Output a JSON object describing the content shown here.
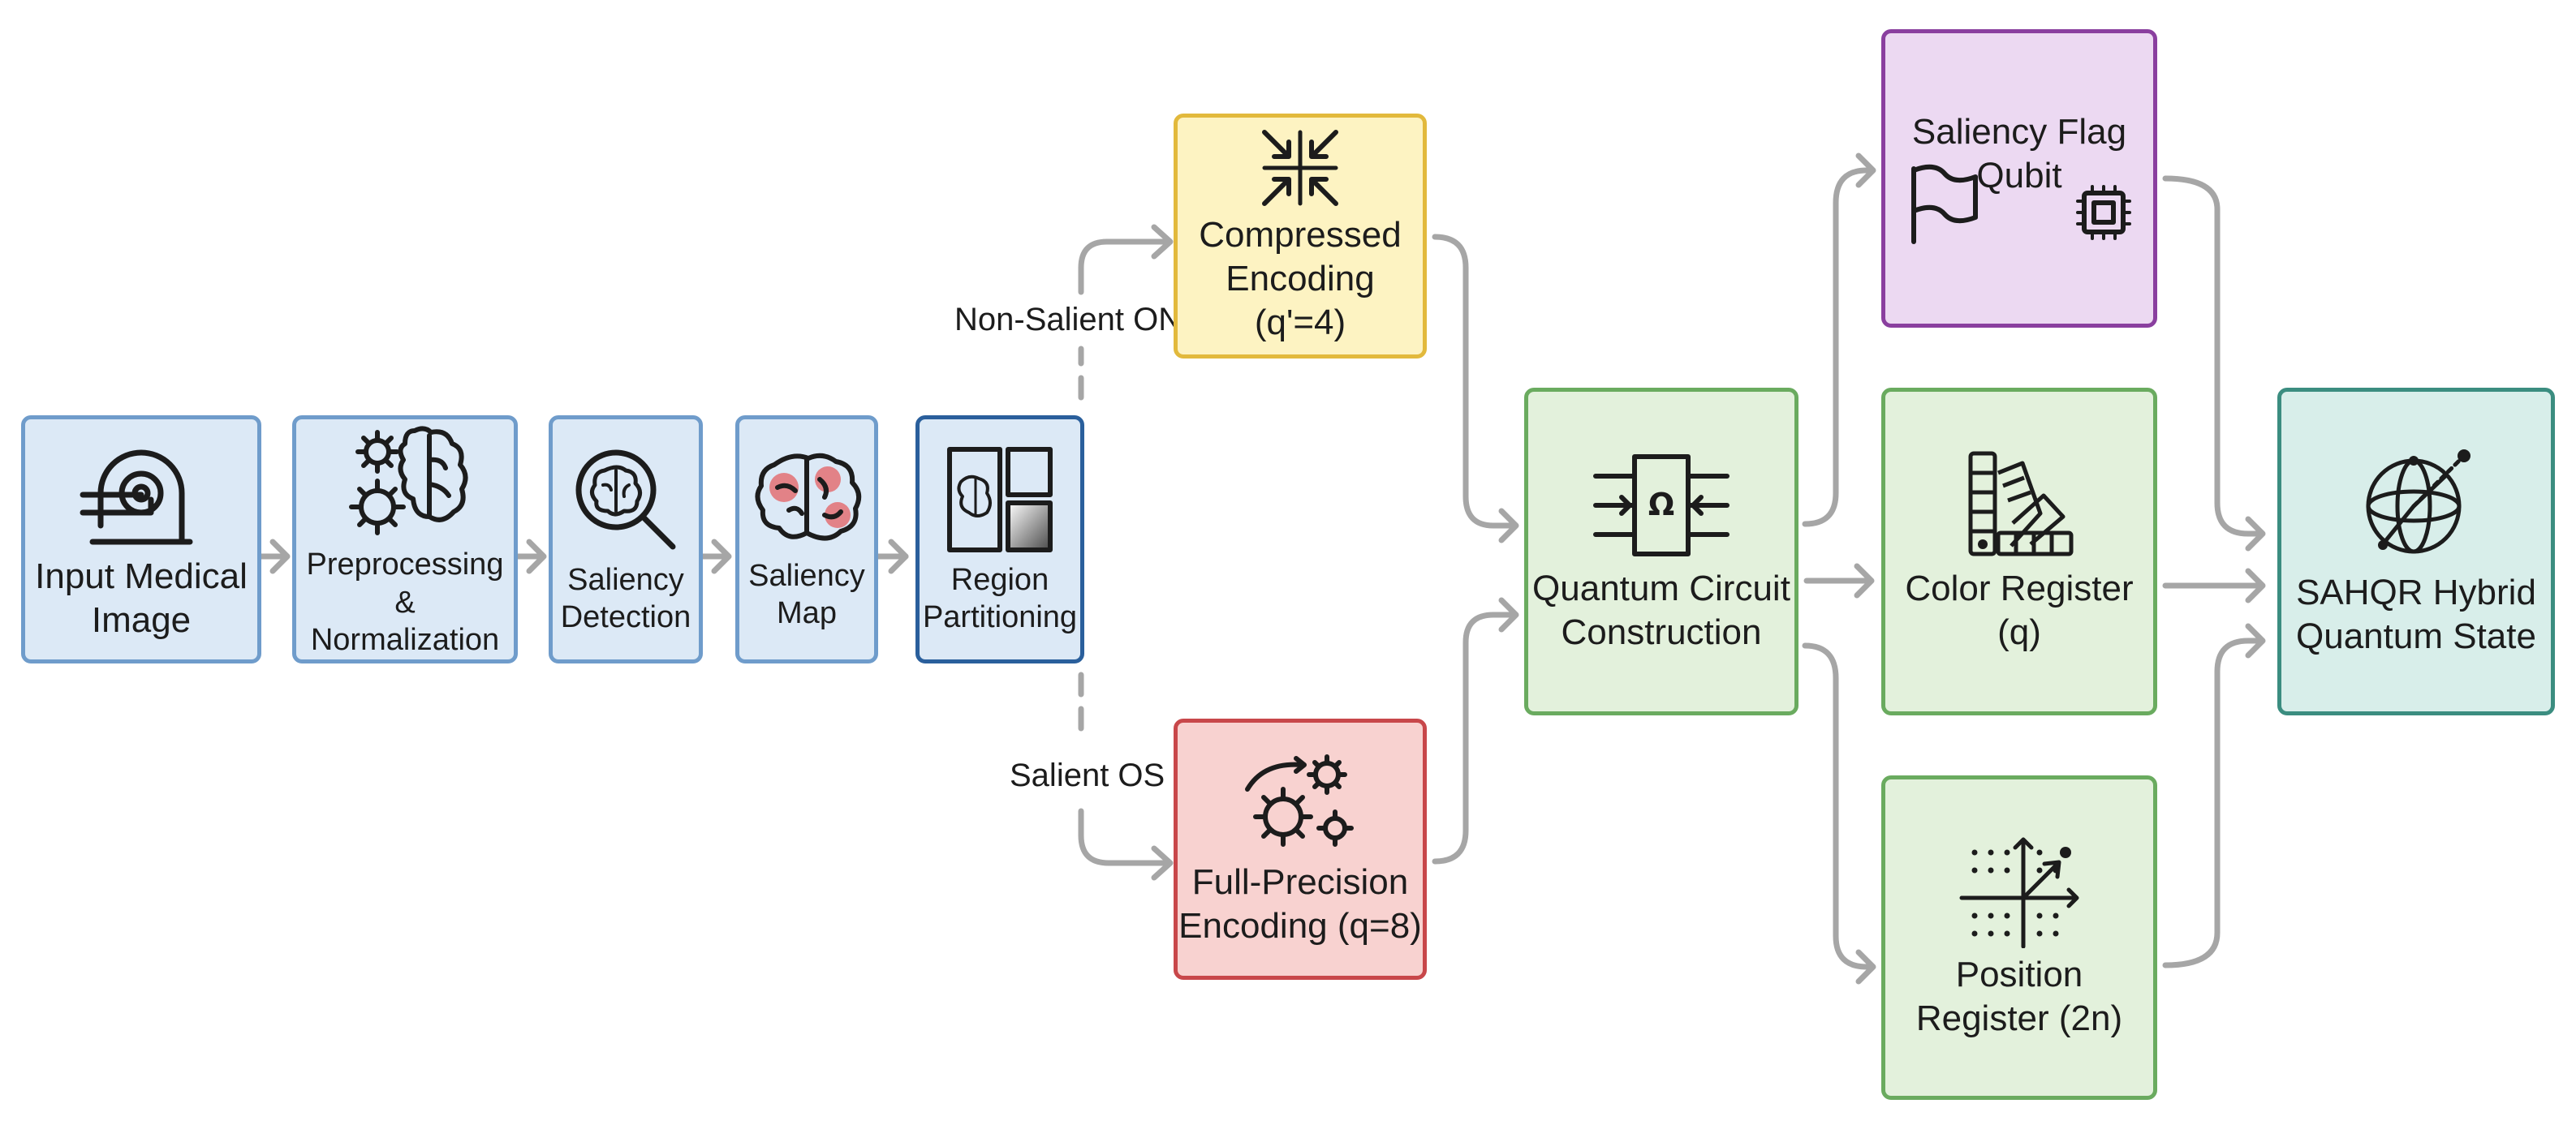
{
  "nodes": {
    "input": {
      "label": "Input Medical Image",
      "icon": "mri-scanner-icon"
    },
    "preprocess": {
      "label": "Preprocessing & Normalization",
      "icon": "gears-brain-icon"
    },
    "saliency_det": {
      "label": "Saliency Detection",
      "icon": "brain-magnifier-icon"
    },
    "saliency_map": {
      "label": "Saliency Map",
      "icon": "brain-heatmap-icon"
    },
    "region": {
      "label": "Region Partitioning",
      "icon": "partition-grid-icon"
    },
    "compressed": {
      "label": "Compressed Encoding (q'=4)",
      "icon": "compress-arrows-icon"
    },
    "fullprec": {
      "label": "Full-Precision Encoding (q=8)",
      "icon": "gears-icon"
    },
    "circuit": {
      "label": "Quantum Circuit Construction",
      "icon": "quantum-gate-icon"
    },
    "flag": {
      "label": "Saliency Flag Qubit",
      "icon": "flag-chip-icon"
    },
    "color": {
      "label": "Color Register (q)",
      "icon": "color-swatch-icon"
    },
    "position": {
      "label": "Position Register (2n)",
      "icon": "coordinate-grid-icon"
    },
    "state": {
      "label": "SAHQR Hybrid Quantum State",
      "icon": "bloch-sphere-icon"
    }
  },
  "edge_labels": {
    "non_salient": "Non-Salient ON",
    "salient": "Salient OS"
  },
  "colors": {
    "blue": "#dce9f6",
    "yellow": "#fdf3c2",
    "red": "#f8d2d0",
    "green": "#e3f1dc",
    "purple": "#ecd9f2",
    "teal": "#d8eeea",
    "arrow": "#a6a6a6"
  }
}
